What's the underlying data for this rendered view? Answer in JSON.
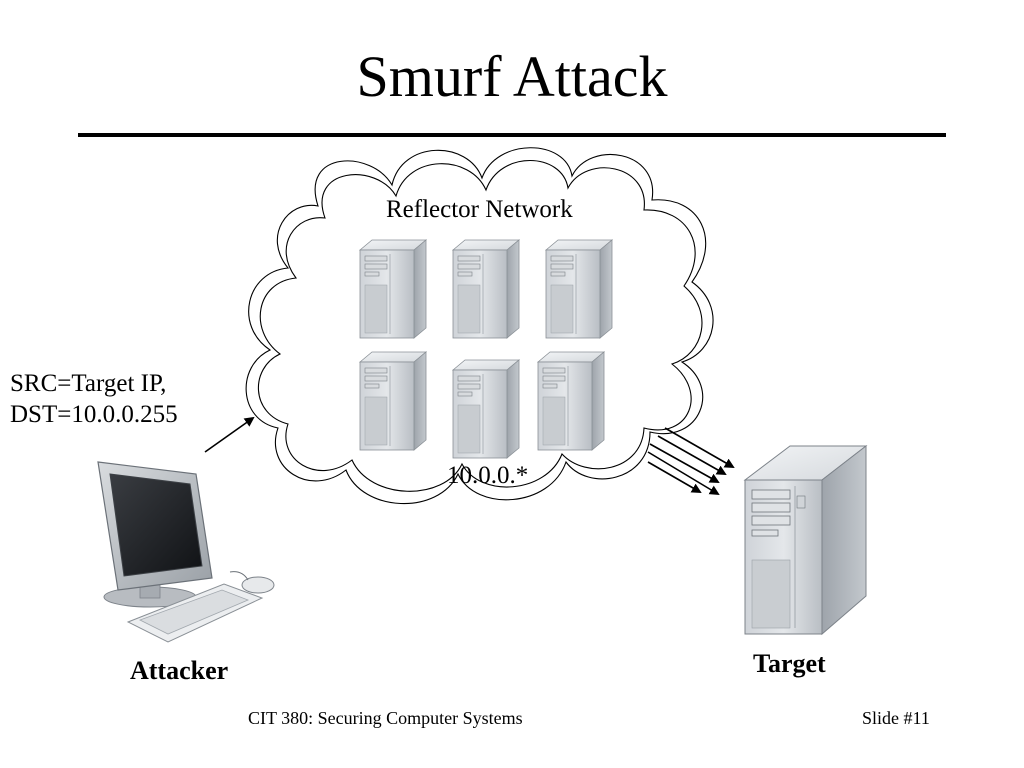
{
  "slide": {
    "title": "Smurf Attack",
    "footer_course": "CIT 380: Securing Computer Systems",
    "footer_slide": "Slide #11"
  },
  "diagram": {
    "cloud_label": "Reflector Network",
    "subnet_label": "10.0.0.*",
    "packet": {
      "line1": "SRC=Target IP,",
      "line2": "DST=10.0.0.255"
    },
    "attacker_label": "Attacker",
    "target_label": "Target"
  }
}
